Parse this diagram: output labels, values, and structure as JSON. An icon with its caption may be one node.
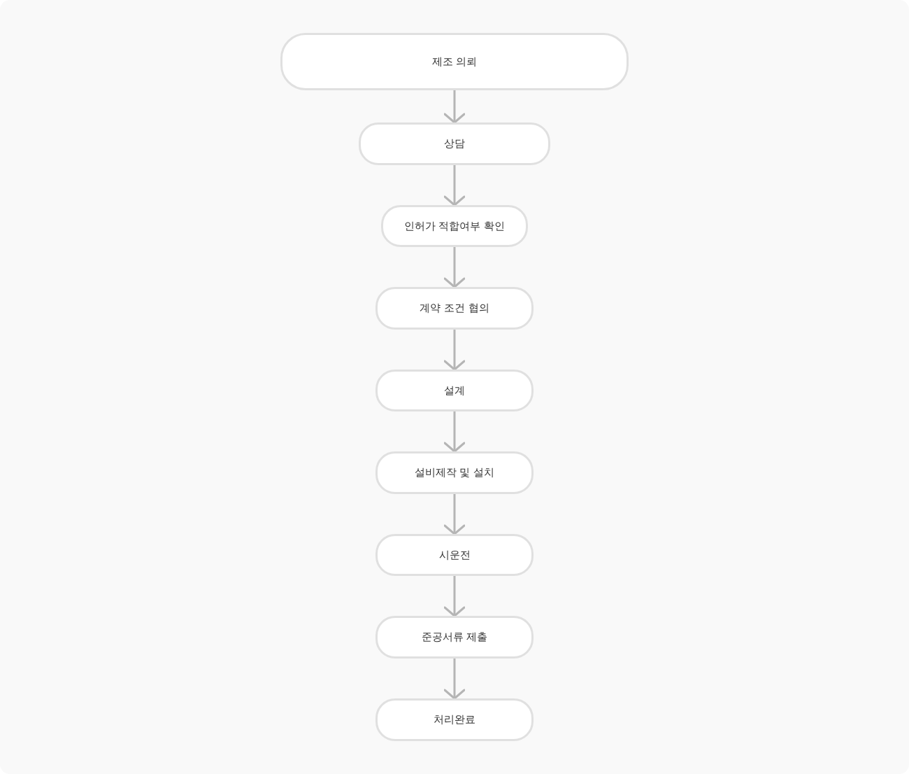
{
  "diagram": {
    "nodes": [
      {
        "text": [
          "제조 의뢰"
        ]
      },
      {
        "text": [
          "상담"
        ]
      },
      {
        "text": [
          "인허가 적합여부 확인"
        ]
      },
      {
        "text": [
          "계약 조건 협의"
        ]
      },
      {
        "text": [
          "설계"
        ]
      },
      {
        "text": [
          "설비제작 및 설치"
        ]
      },
      {
        "text": [
          "시운전"
        ]
      },
      {
        "text": [
          "준공서류 제출"
        ]
      },
      {
        "text": [
          "처리완료"
        ]
      }
    ],
    "edges": [
      {
        "from": 0,
        "to": 1,
        "arrow": "to"
      },
      {
        "from": 1,
        "to": 2,
        "arrow": "to"
      },
      {
        "from": 2,
        "to": 3,
        "arrow": "to"
      },
      {
        "from": 3,
        "to": 4,
        "arrow": "to"
      },
      {
        "from": 4,
        "to": 5,
        "arrow": "to"
      },
      {
        "from": 5,
        "to": 6,
        "arrow": "to"
      },
      {
        "from": 6,
        "to": 7,
        "arrow": "to"
      },
      {
        "from": 7,
        "to": 8,
        "arrow": "to"
      }
    ]
  }
}
